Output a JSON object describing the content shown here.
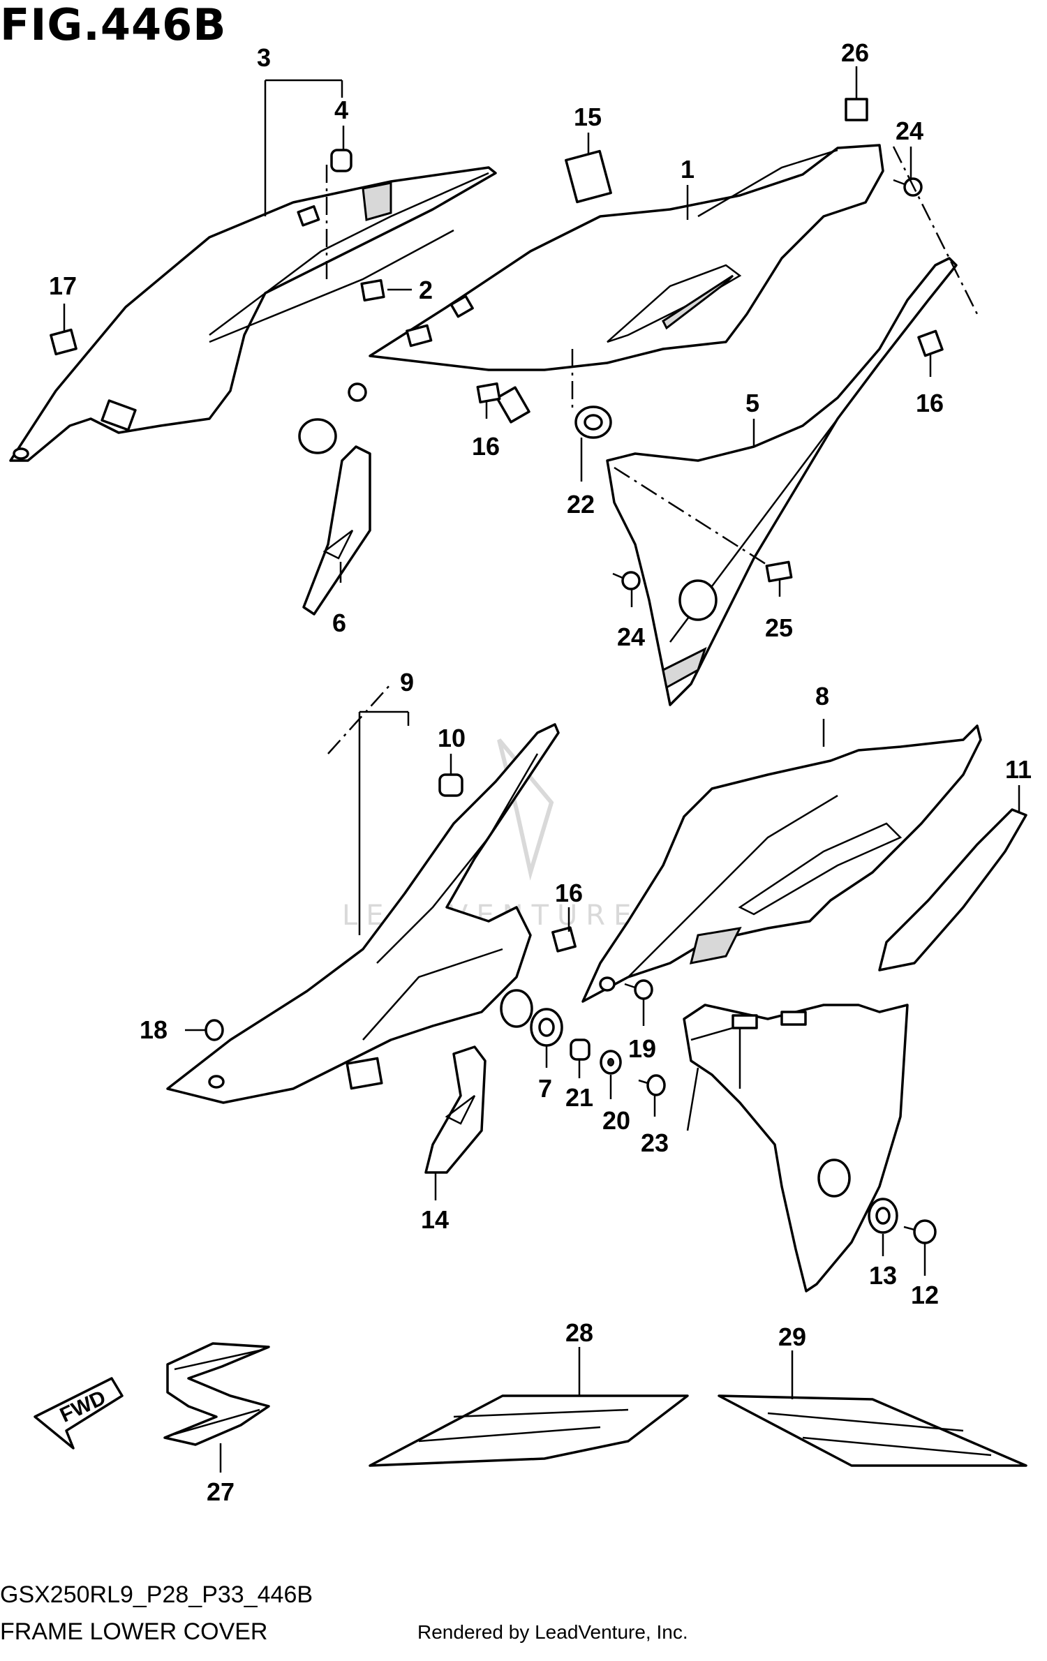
{
  "figure": {
    "title": "FIG.446B",
    "model_code": "GSX250RL9_P28_P33_446B",
    "name": "FRAME LOWER COVER",
    "rendered_by": "Rendered by LeadVenture, Inc.",
    "watermark": "LEADVENTURE"
  },
  "part_labels": [
    {
      "id": "1",
      "text": "1"
    },
    {
      "id": "2",
      "text": "2"
    },
    {
      "id": "3",
      "text": "3"
    },
    {
      "id": "4",
      "text": "4"
    },
    {
      "id": "5",
      "text": "5"
    },
    {
      "id": "6",
      "text": "6"
    },
    {
      "id": "7",
      "text": "7"
    },
    {
      "id": "8",
      "text": "8"
    },
    {
      "id": "9",
      "text": "9"
    },
    {
      "id": "10",
      "text": "10"
    },
    {
      "id": "11",
      "text": "11"
    },
    {
      "id": "12",
      "text": "12"
    },
    {
      "id": "13",
      "text": "13"
    },
    {
      "id": "14",
      "text": "14"
    },
    {
      "id": "15",
      "text": "15"
    },
    {
      "id": "16a",
      "text": "16"
    },
    {
      "id": "16b",
      "text": "16"
    },
    {
      "id": "16c",
      "text": "16"
    },
    {
      "id": "17",
      "text": "17"
    },
    {
      "id": "18",
      "text": "18"
    },
    {
      "id": "19",
      "text": "19"
    },
    {
      "id": "20",
      "text": "20"
    },
    {
      "id": "21",
      "text": "21"
    },
    {
      "id": "22",
      "text": "22"
    },
    {
      "id": "23",
      "text": "23"
    },
    {
      "id": "24a",
      "text": "24"
    },
    {
      "id": "24b",
      "text": "24"
    },
    {
      "id": "25",
      "text": "25"
    },
    {
      "id": "26",
      "text": "26"
    },
    {
      "id": "27",
      "text": "27"
    },
    {
      "id": "28",
      "text": "28"
    },
    {
      "id": "29",
      "text": "29"
    }
  ],
  "fwd_badge": {
    "text": "FWD"
  },
  "colors": {
    "line": "#000000",
    "background": "#ffffff",
    "watermark": "#d9d9d9"
  }
}
